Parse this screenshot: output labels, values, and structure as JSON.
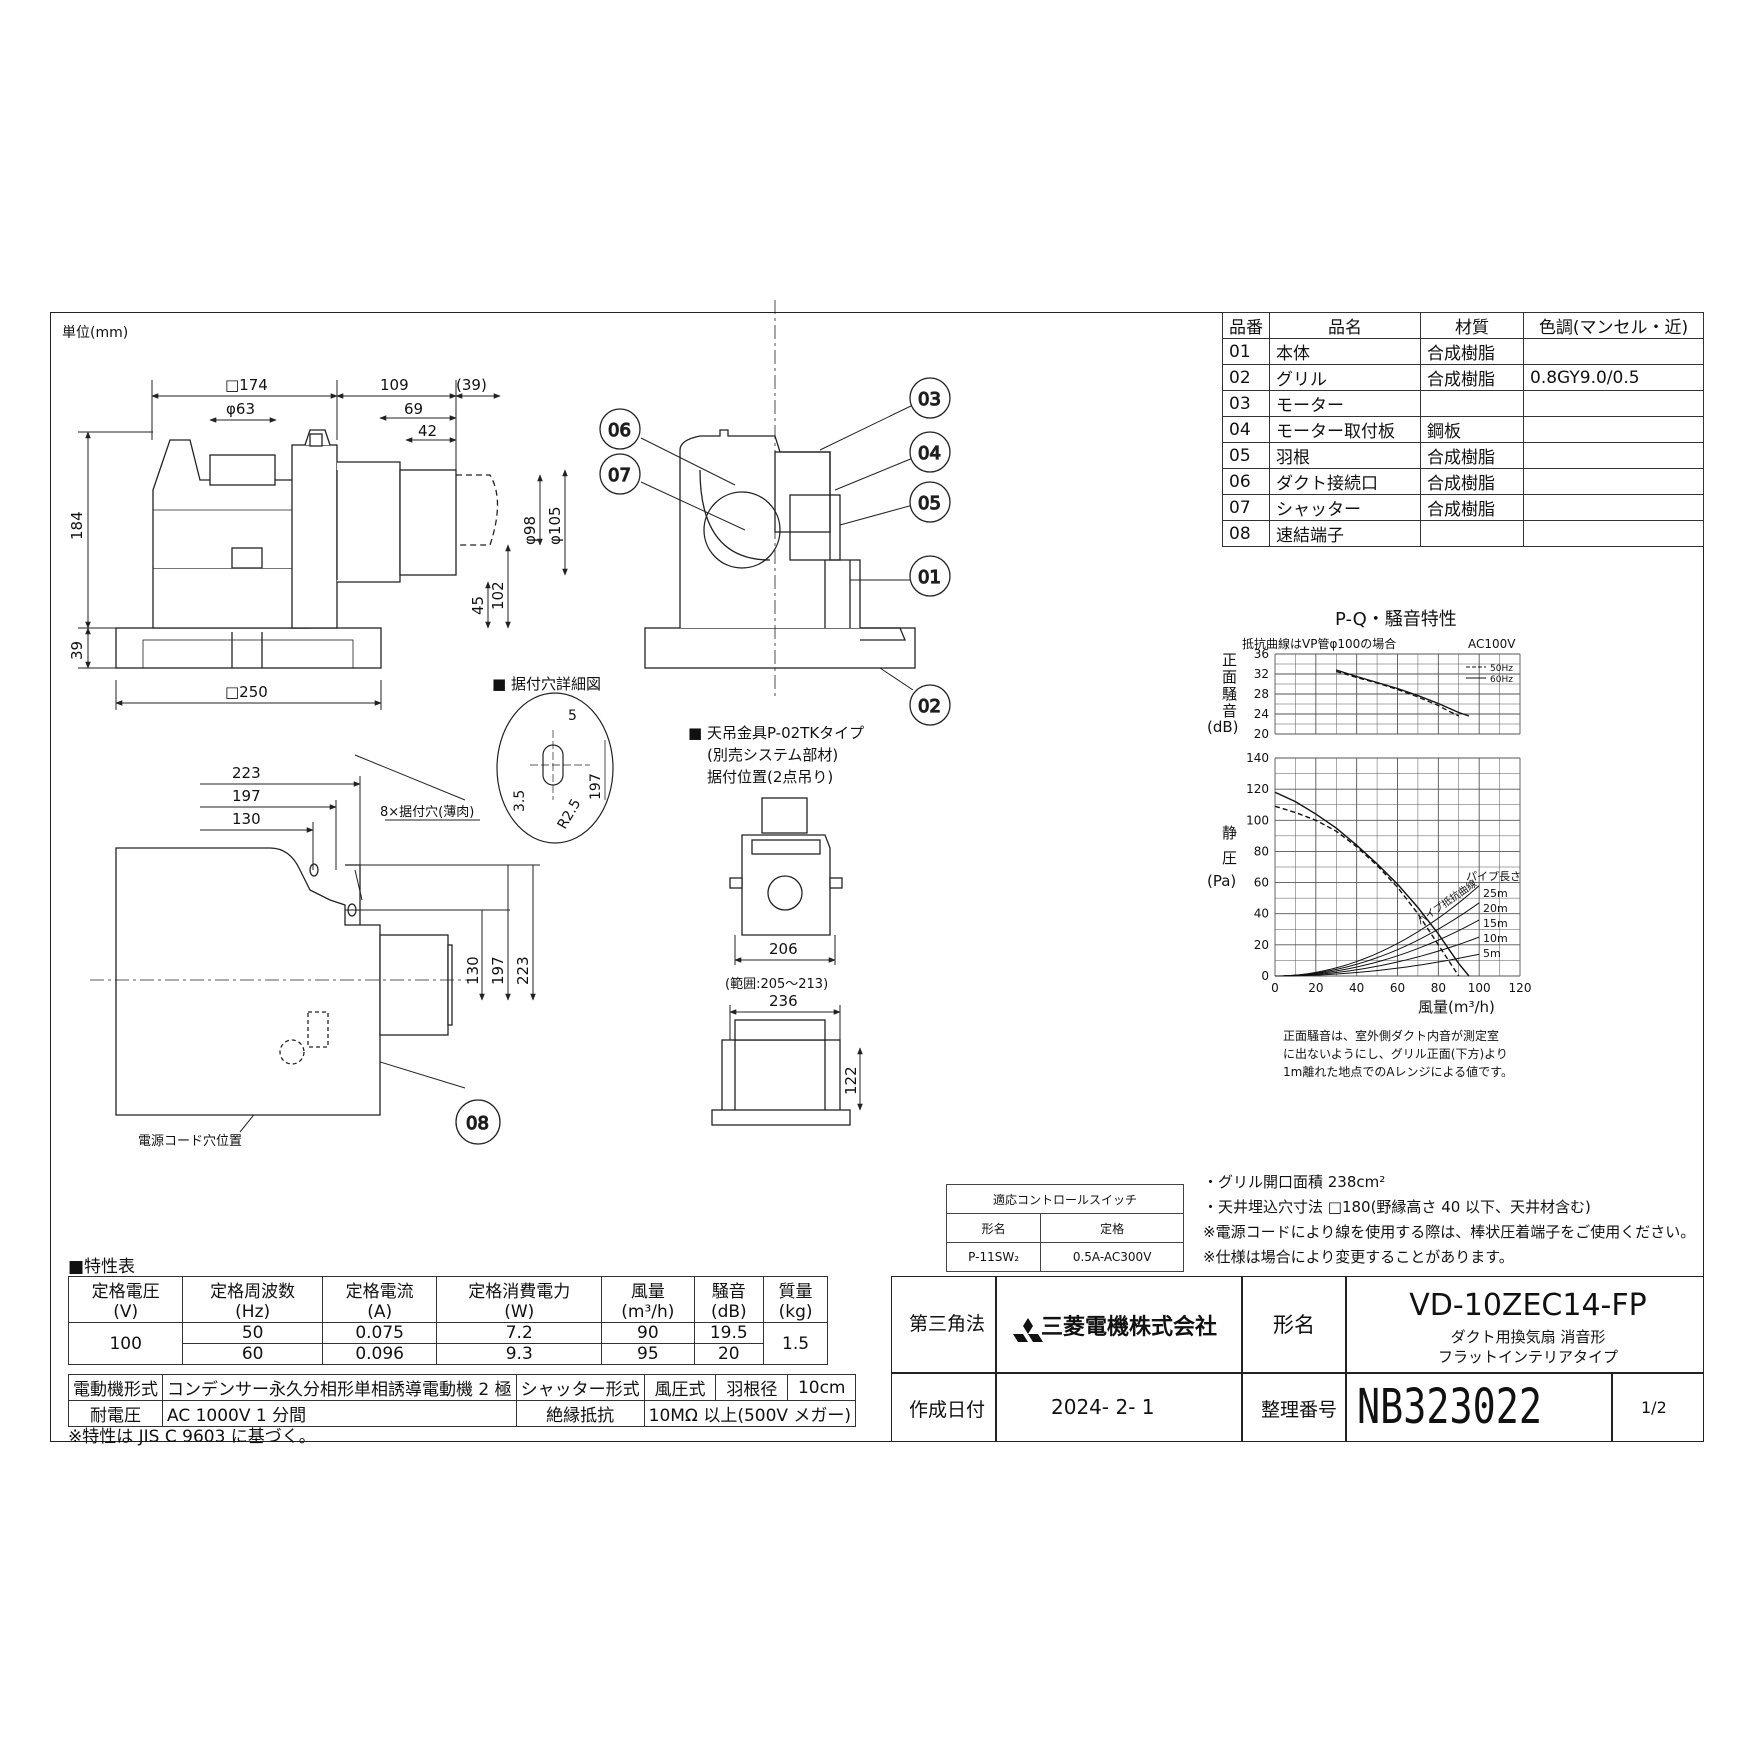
{
  "unit_label": "単位(mm)",
  "dims_main": {
    "d174": "□174",
    "d63": "φ63",
    "d109": "109",
    "d39a": "(39)",
    "d69": "69",
    "d42": "42",
    "d184": "184",
    "d39": "39",
    "d98": "φ98",
    "d105": "φ105",
    "d45": "45",
    "d102": "102",
    "d250": "□250"
  },
  "part_callouts": [
    "03",
    "04",
    "05",
    "01",
    "02",
    "06",
    "07"
  ],
  "hole_detail": {
    "title": "■ 据付穴詳細図",
    "d5": "5",
    "d35": "3.5",
    "r25": "R2.5",
    "d197": "197"
  },
  "bottom_view": {
    "d223": "223",
    "d197": "197",
    "d130": "130",
    "holes": "8×据付穴(薄肉)",
    "v130": "130",
    "v197": "197",
    "v223": "223",
    "callout_08": "08",
    "cord_label": "電源コード穴位置"
  },
  "hanger": {
    "title": "■ 天吊金具P-02TKタイプ",
    "sub1": "(別売システム部材)",
    "sub2": "据付位置(2点吊り)",
    "d206": "206",
    "range": "(範囲:205～213)",
    "d236": "236",
    "d122": "122"
  },
  "parts_table": {
    "headers": [
      "品番",
      "品名",
      "材質",
      "色調(マンセル・近)"
    ],
    "rows": [
      [
        "01",
        "本体",
        "合成樹脂",
        ""
      ],
      [
        "02",
        "グリル",
        "合成樹脂",
        "0.8GY9.0/0.5"
      ],
      [
        "03",
        "モーター",
        "",
        ""
      ],
      [
        "04",
        "モーター取付板",
        "鋼板",
        ""
      ],
      [
        "05",
        "羽根",
        "合成樹脂",
        ""
      ],
      [
        "06",
        "ダクト接続口",
        "合成樹脂",
        ""
      ],
      [
        "07",
        "シャッター",
        "合成樹脂",
        ""
      ],
      [
        "08",
        "速結端子",
        "",
        ""
      ]
    ]
  },
  "chart_data": [
    {
      "type": "line",
      "title": "P-Q・騒音特性",
      "subtitle": "抵抗曲線はVP管φ100の場合",
      "note_voltage": "AC100V",
      "ylabel": "正面騒音(dB)",
      "ylim": [
        20,
        36
      ],
      "yticks": [
        "36",
        "32",
        "28",
        "24",
        "20"
      ],
      "xlim": [
        0,
        120
      ],
      "series": [
        {
          "name": "50Hz",
          "x": [
            30,
            40,
            50,
            60,
            70,
            80,
            85,
            90
          ],
          "y": [
            32.5,
            31.3,
            30.2,
            28.9,
            27.4,
            25.7,
            24.6,
            23.6
          ]
        },
        {
          "name": "60Hz",
          "x": [
            30,
            40,
            50,
            60,
            70,
            80,
            90,
            95
          ],
          "y": [
            32.8,
            31.5,
            30.3,
            29.1,
            27.7,
            26.1,
            24.3,
            23.6
          ]
        }
      ]
    },
    {
      "type": "line",
      "ylabel": "静圧(Pa)",
      "xlabel": "風量(m³/h)",
      "ylim": [
        0,
        140
      ],
      "xlim": [
        0,
        120
      ],
      "yticks": [
        "140",
        "120",
        "100",
        "80",
        "60",
        "40",
        "20",
        "0"
      ],
      "xticks": [
        "0",
        "20",
        "40",
        "60",
        "80",
        "100",
        "120"
      ],
      "series": [
        {
          "name": "50Hz",
          "x": [
            0,
            10,
            20,
            30,
            40,
            50,
            60,
            70,
            80,
            90
          ],
          "y": [
            109,
            105,
            100,
            93,
            83,
            71,
            57,
            40,
            20,
            0
          ]
        },
        {
          "name": "60Hz",
          "x": [
            0,
            10,
            20,
            30,
            40,
            50,
            60,
            70,
            80,
            90,
            95
          ],
          "y": [
            118,
            112,
            104,
            95,
            84,
            72,
            59,
            44,
            27,
            8,
            0
          ]
        }
      ],
      "pipe_label": "パイプ長さ",
      "pipe_curve_label": "パイプ抵抗曲線",
      "pipe_curves": [
        {
          "name": "25m",
          "k": 0.0058
        },
        {
          "name": "20m",
          "k": 0.0047
        },
        {
          "name": "15m",
          "k": 0.0036
        },
        {
          "name": "10m",
          "k": 0.0025
        },
        {
          "name": "5m",
          "k": 0.0014
        }
      ],
      "note": [
        "正面騒音は、室外側ダクト内音が測定室",
        "に出ないようにし、グリル正面(下方)より",
        "1m離れた地点でのAレンジによる値です。"
      ]
    }
  ],
  "notes": [
    "・グリル開口面積 238cm²",
    "・天井埋込穴寸法 □180(野縁高さ 40 以下、天井材含む)",
    "※電源コードにより線を使用する際は、棒状圧着端子をご使用ください。",
    "※仕様は場合により変更することがあります。"
  ],
  "control_switch": {
    "title": "適応コントロールスイッチ",
    "h1": "形名",
    "h2": "定格",
    "model": "P-11SW₂",
    "rating": "0.5A-AC300V"
  },
  "spec": {
    "title": "■特性表",
    "headers": [
      "定格電圧",
      "定格周波数",
      "定格電流",
      "定格消費電力",
      "風量",
      "騒音",
      "質量"
    ],
    "units": [
      "(V)",
      "(Hz)",
      "(A)",
      "(W)",
      "(m³/h)",
      "(dB)",
      "(kg)"
    ],
    "voltage": "100",
    "mass": "1.5",
    "rows": [
      [
        "50",
        "0.075",
        "7.2",
        "90",
        "19.5"
      ],
      [
        "60",
        "0.096",
        "9.3",
        "95",
        "20"
      ]
    ],
    "motor_label": "電動機形式",
    "motor_value": "コンデンサー永久分相形単相誘導電動機 2 極",
    "shutter_label": "シャッター形式",
    "shutter_value": "風圧式",
    "blade_label": "羽根径",
    "blade_value": "10cm",
    "withstand_label": "耐電圧",
    "withstand_value": "AC 1000V 1 分間",
    "insulation_label": "絶縁抵抗",
    "insulation_value": "10MΩ 以上(500V メガー)",
    "footnote": "※特性は JIS C 9603 に基づく。"
  },
  "title_block": {
    "projection": "第三角法",
    "company": "三菱電機株式会社",
    "model_label": "形名",
    "model": "VD-10ZEC14-FP",
    "desc1": "ダクト用換気扇 消音形",
    "desc2": "フラットインテリアタイプ",
    "date_label": "作成日付",
    "date": "2024- 2- 1",
    "number_label": "整理番号",
    "number": "NB323022",
    "sheet": "1/2"
  }
}
